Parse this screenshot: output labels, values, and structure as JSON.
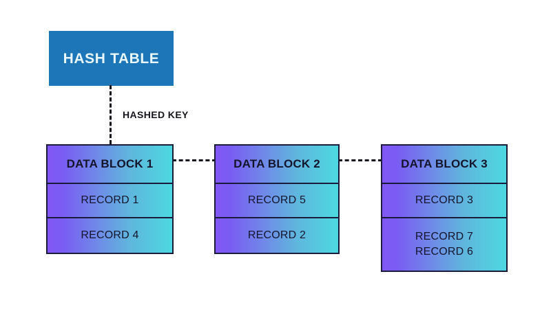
{
  "diagram": {
    "title_node": {
      "label": "HASH TABLE",
      "color": "#1c76b8",
      "text_color": "#e9f6fb"
    },
    "edge_labels": {
      "hashed_key": "HASHED KEY"
    },
    "block_gradient": {
      "from": "#8257f5",
      "to": "#4dd9e0",
      "border": "#1a1a3a"
    },
    "blocks": [
      {
        "header": "DATA BLOCK 1",
        "cells": [
          {
            "lines": [
              "RECORD 1"
            ]
          },
          {
            "lines": [
              "RECORD 4"
            ]
          }
        ]
      },
      {
        "header": "DATA BLOCK 2",
        "cells": [
          {
            "lines": [
              "RECORD 5"
            ]
          },
          {
            "lines": [
              "RECORD 2"
            ]
          }
        ]
      },
      {
        "header": "DATA BLOCK 3",
        "cells": [
          {
            "lines": [
              "RECORD 3"
            ]
          },
          {
            "lines": [
              "RECORD 7",
              "RECORD 6"
            ]
          }
        ]
      }
    ]
  }
}
